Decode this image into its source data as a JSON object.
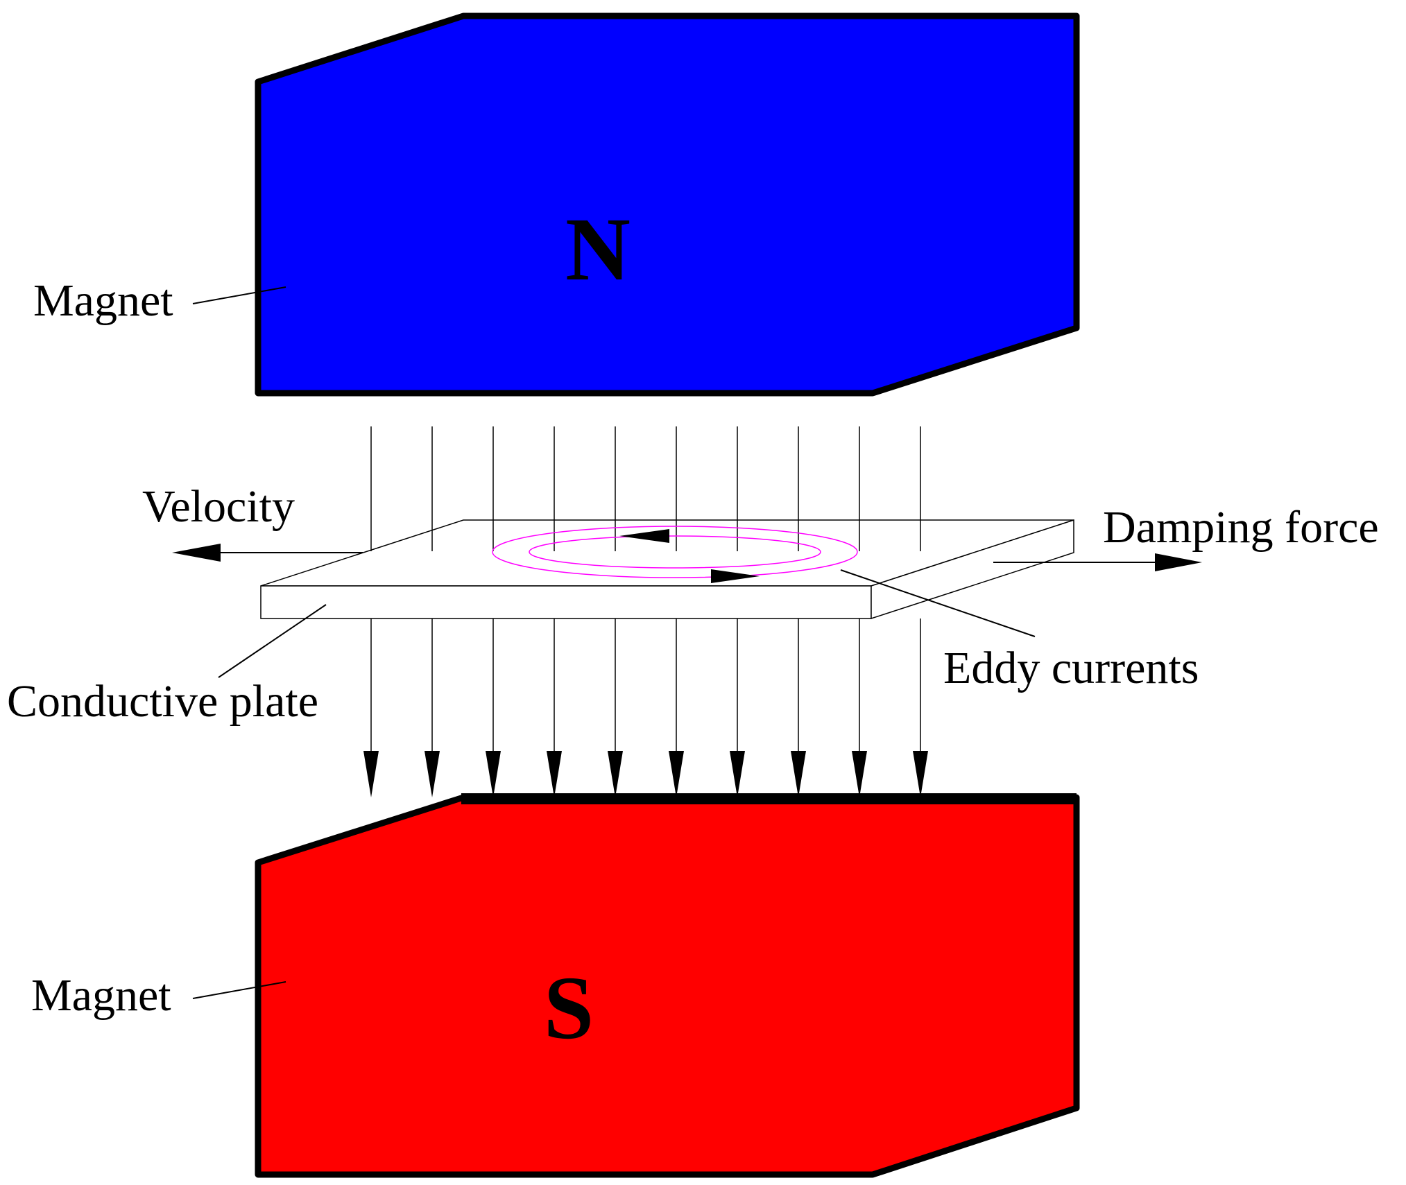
{
  "labels": {
    "magnet_top": "Magnet",
    "magnet_bottom": "Magnet",
    "pole_north": "N",
    "pole_south": "S",
    "velocity": "Velocity",
    "damping_force": "Damping force",
    "conductive_plate": "Conductive plate",
    "eddy_currents": "Eddy currents"
  },
  "colors": {
    "north_magnet": "#0000ff",
    "south_magnet": "#ff0000",
    "eddy_current": "#ff00ff",
    "plate": "#ffffff",
    "lines": "#000000"
  },
  "field_line_count": 10
}
